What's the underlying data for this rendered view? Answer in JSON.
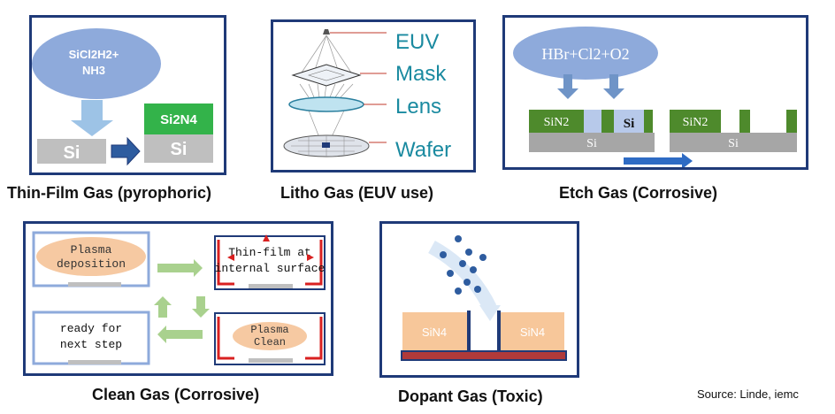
{
  "panels": {
    "thin_film": {
      "caption": "Thin-Film Gas (pyrophoric)",
      "bubble_line1": "SiCl2H2+",
      "bubble_line2": "NH3",
      "block_label": "Si",
      "top_layer_label": "Si2N4",
      "bottom_layer_label": "Si"
    },
    "litho": {
      "caption": "Litho Gas (EUV use)",
      "labels": [
        "EUV",
        "Mask",
        "Lens",
        "Wafer"
      ]
    },
    "etch": {
      "caption": "Etch Gas (Corrosive)",
      "bubble": "HBr+Cl2+O2",
      "left_film": "SiN2",
      "mid_label": "Si",
      "right_film": "SiN2",
      "left_base": "Si",
      "right_base": "Si"
    },
    "clean": {
      "caption": "Clean Gas (Corrosive)",
      "step1": "Plasma deposition",
      "step2_line1": "Thin-film at",
      "step2_line2": "internal surface",
      "step3": "Plasma Clean",
      "step4_line1": "ready for",
      "step4_line2": "next step"
    },
    "dopant": {
      "caption": "Dopant Gas (Toxic)",
      "left_block": "SiN4",
      "right_block": "SiN4"
    }
  },
  "source": "Source: Linde, iemc",
  "colors": {
    "frame": "#1f3a78",
    "bubble": "#8eaadb",
    "arrow_light": "#9dc3e6",
    "green": "#58a73a",
    "gray": "#bfbfbf",
    "teal": "#1a8aa0",
    "orange": "#f7c79a",
    "red": "#d92020"
  }
}
